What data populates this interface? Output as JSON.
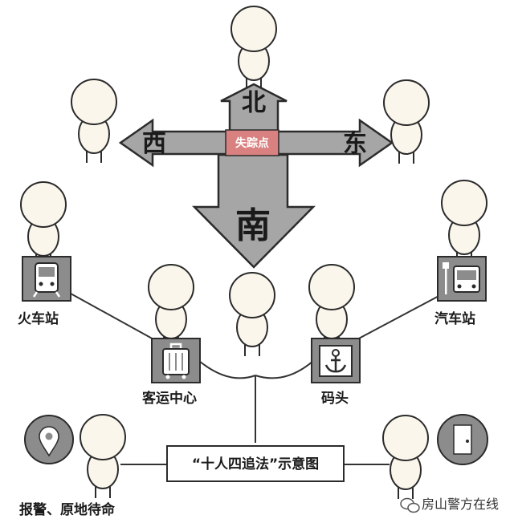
{
  "compass": {
    "north": "北",
    "south": "南",
    "west": "西",
    "east": "东",
    "center": "失踪点"
  },
  "places": {
    "train_station": "火车站",
    "bus_station": "汽车站",
    "passenger_center": "客运中心",
    "dock": "码头",
    "alarm": "报警、原地待命"
  },
  "caption": "“十人四追法”示意图",
  "watermark": "房山警方在线",
  "icons": {
    "train_station": "train-icon",
    "bus_station": "bus-stop-icon",
    "passenger_center": "luggage-icon",
    "dock": "anchor-icon",
    "alarm": "location-pin-icon",
    "door": "door-icon",
    "watermark": "wechat-icon"
  },
  "colors": {
    "arrow_fill": "#a6a6a6",
    "arrow_stroke": "#2b2b2b",
    "highlight": "#d98080",
    "icon_box": "#8c8c8c",
    "person_fill": "#fbf6ec",
    "line": "#333333"
  }
}
